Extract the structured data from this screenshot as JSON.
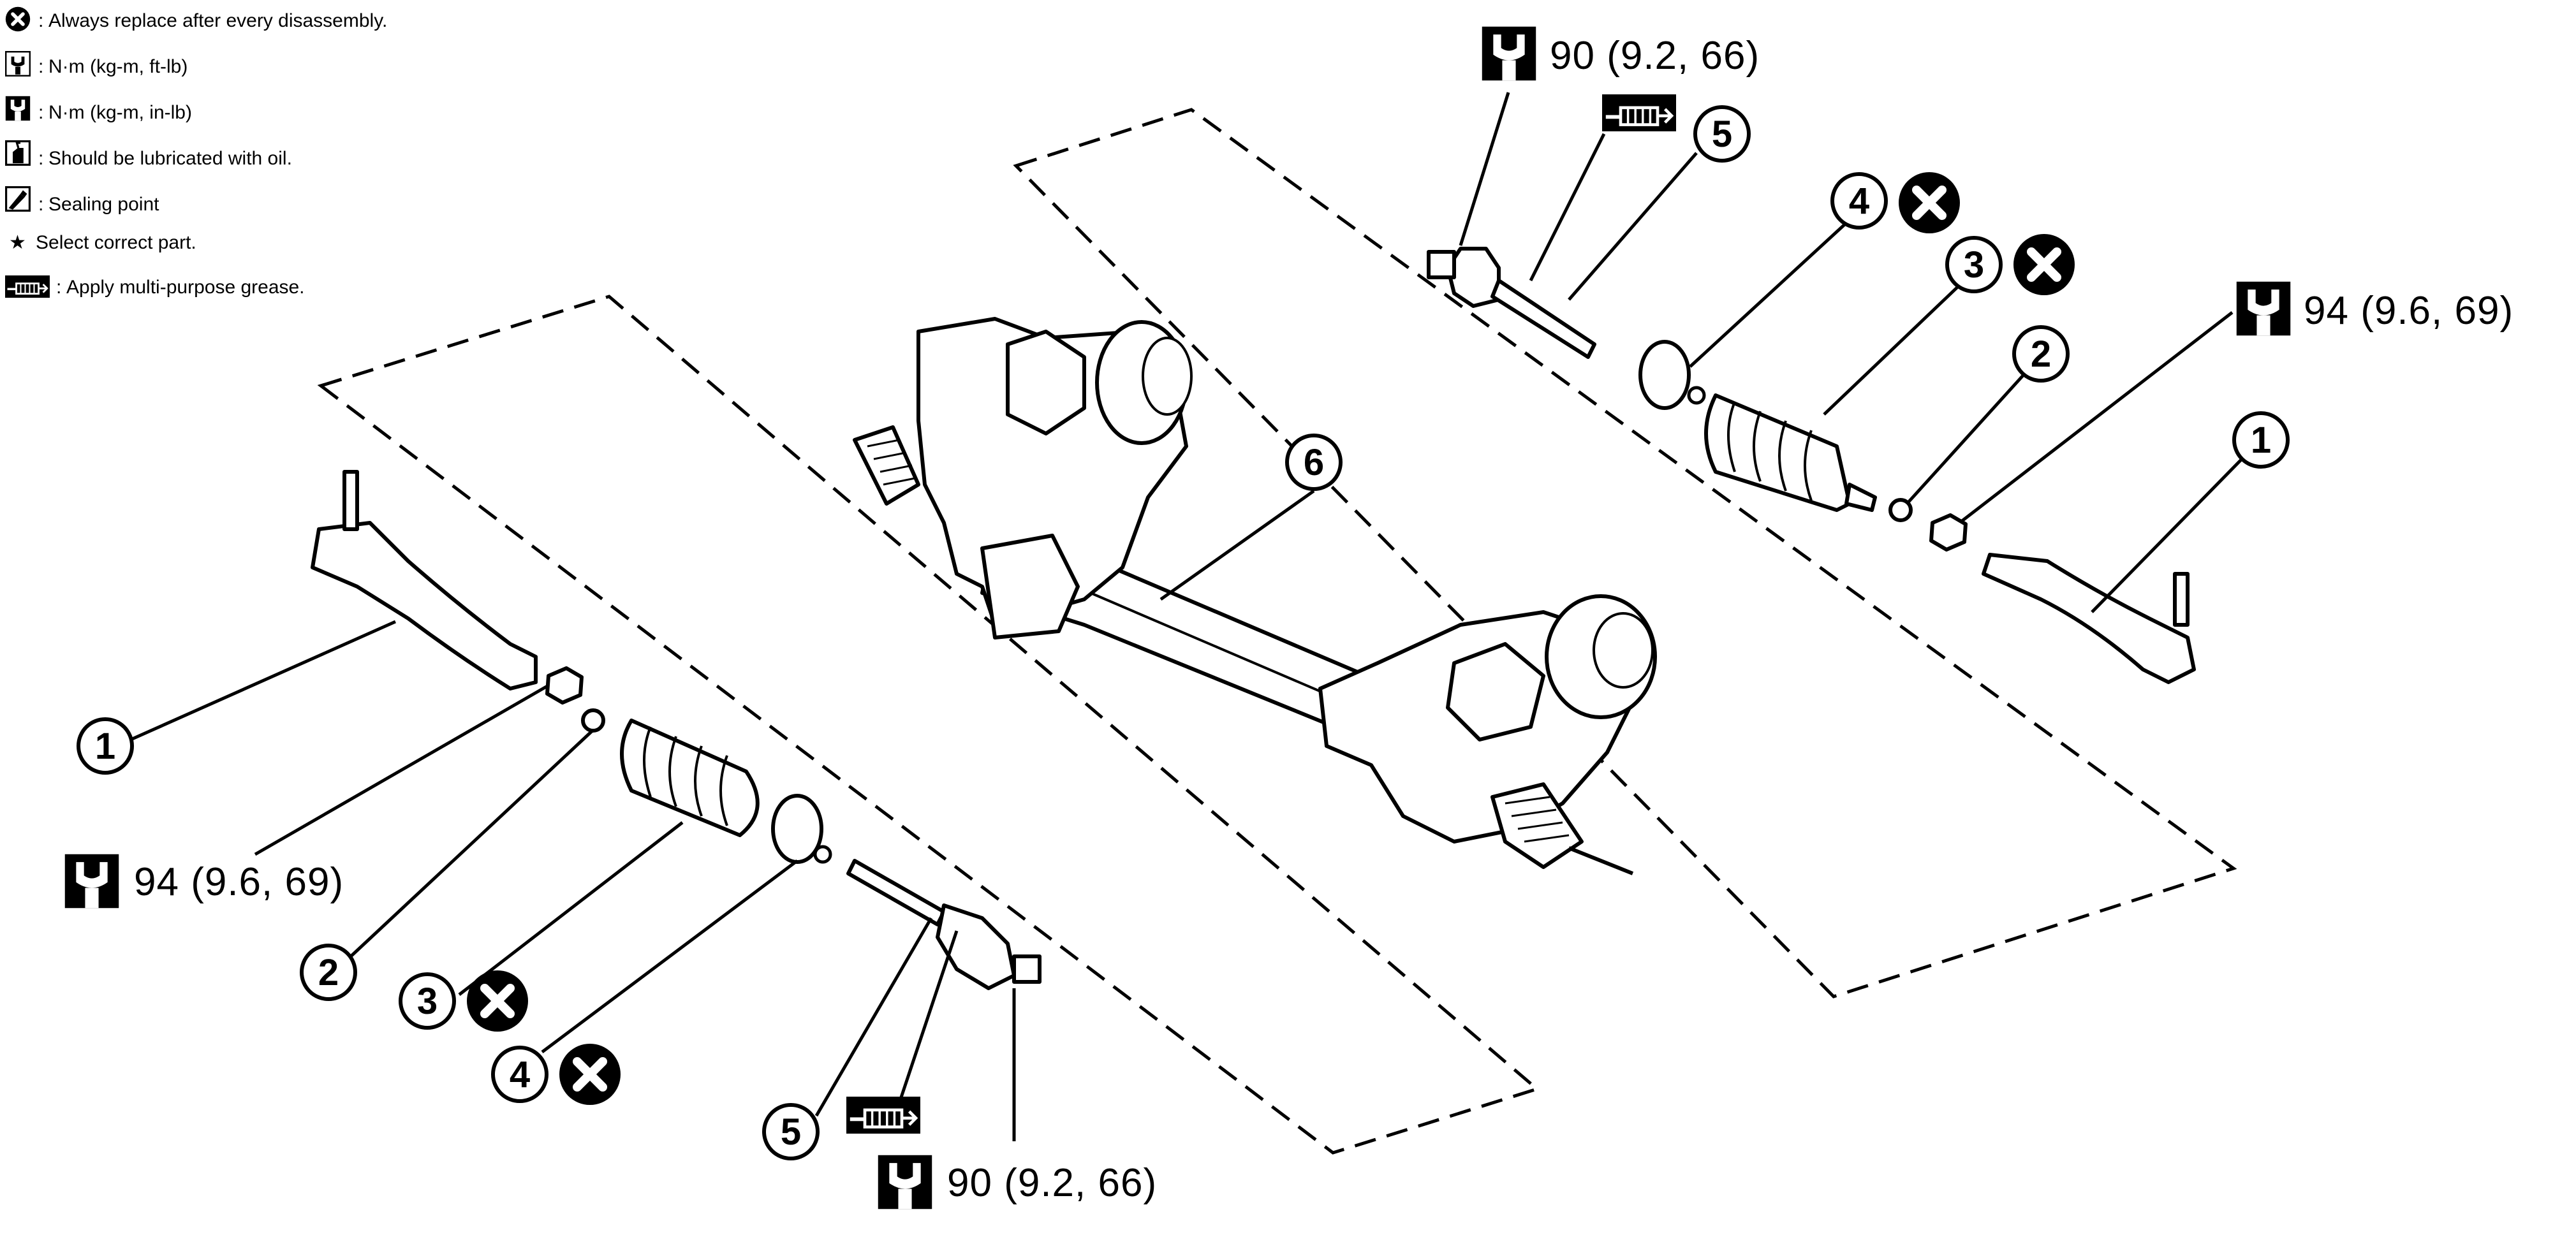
{
  "legend": {
    "replace": "Always replace after every disassembly.",
    "torque_ftlb": "N·m (kg-m, ft-lb)",
    "torque_inlb": "N·m (kg-m, in-lb)",
    "lubricate": "Should be lubricated with oil.",
    "sealing": "Sealing point",
    "select_part": "Select correct part.",
    "grease": "Apply multi-purpose grease.",
    "legend_prefix": ": ",
    "star": "★"
  },
  "torques": {
    "inner_socket": "90 (9.2, 66)",
    "outer_nut": "94 (9.6, 69)"
  },
  "callouts": {
    "outer_socket": "1",
    "washer": "2",
    "boot": "3",
    "boot_clamp": "4",
    "inner_socket": "5",
    "gear_rack": "6"
  },
  "icons": {
    "replace": "x-circle-icon",
    "torque": "torque-wrench-icon",
    "torque_small": "torque-wrench-small-icon",
    "lubricate": "oil-can-icon",
    "sealing": "sealant-icon",
    "grease": "grease-gun-icon"
  },
  "colors": {
    "ink": "#000000",
    "paper": "#ffffff"
  }
}
